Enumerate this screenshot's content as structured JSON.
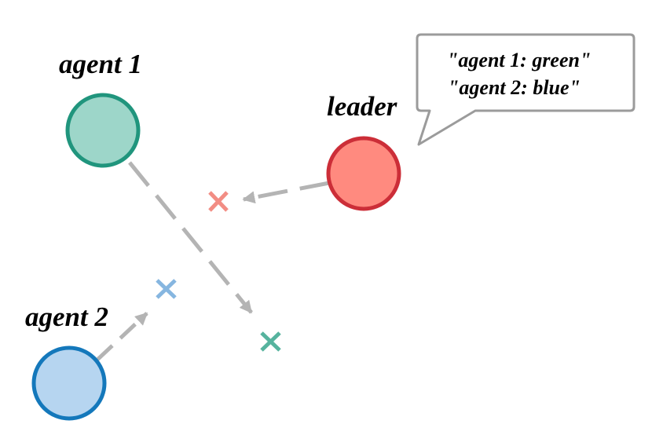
{
  "agents": {
    "agent1": {
      "label": "agent 1",
      "fill": "#9dd6c9",
      "stroke": "#20957d"
    },
    "agent2": {
      "label": "agent 2",
      "fill": "#b6d5f0",
      "stroke": "#1478bb"
    },
    "leader": {
      "label": "leader",
      "fill": "#ff8a7f",
      "stroke": "#cc2e38"
    }
  },
  "speech_bubble": {
    "lines": [
      "\"agent 1: green\"",
      "\"agent 2: blue\""
    ],
    "stroke": "#9b9b9b"
  },
  "targets": {
    "red": {
      "color": "#f28d84"
    },
    "blue": {
      "color": "#86b6e0"
    },
    "green": {
      "color": "#56b39e"
    }
  },
  "arrow_color": "#b4b4b4"
}
